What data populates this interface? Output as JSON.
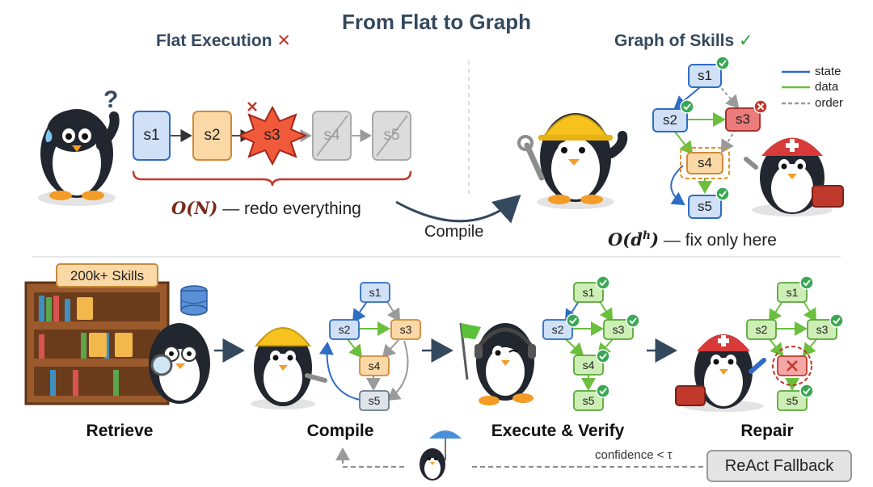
{
  "title": "From Flat to Graph",
  "flat": {
    "heading": "Flat Execution",
    "mark": "✕",
    "nodes": [
      "s1",
      "s2",
      "s3",
      "s4",
      "s5"
    ],
    "complexity_expr": "O(N)",
    "complexity_text": "— redo everything"
  },
  "graph": {
    "heading": "Graph of Skills",
    "mark": "✓",
    "nodes": [
      "s1",
      "s2",
      "s3",
      "s4",
      "s5"
    ],
    "legend": {
      "state": "state",
      "data": "data",
      "order": "order"
    },
    "complexity_expr": "O(d",
    "complexity_sup": "h",
    "complexity_close": ")",
    "complexity_text": "— fix only here"
  },
  "compile_arrow_label": "Compile",
  "pipeline": {
    "skills_banner": "200k+ Skills",
    "stages": [
      "Retrieve",
      "Compile",
      "Execute & Verify",
      "Repair"
    ],
    "fallback_condition": "confidence < τ",
    "fallback_button": "ReAct Fallback"
  },
  "colors": {
    "state_edge": "#2f6cc4",
    "data_edge": "#6cbf3c",
    "order_edge": "#9a9a9a",
    "node_blue": "#cfe0f7",
    "node_orange": "#fbd9a6",
    "node_red": "#ec7b7b",
    "node_green": "#cdeeb5",
    "error_burst": "#f05a3a"
  }
}
